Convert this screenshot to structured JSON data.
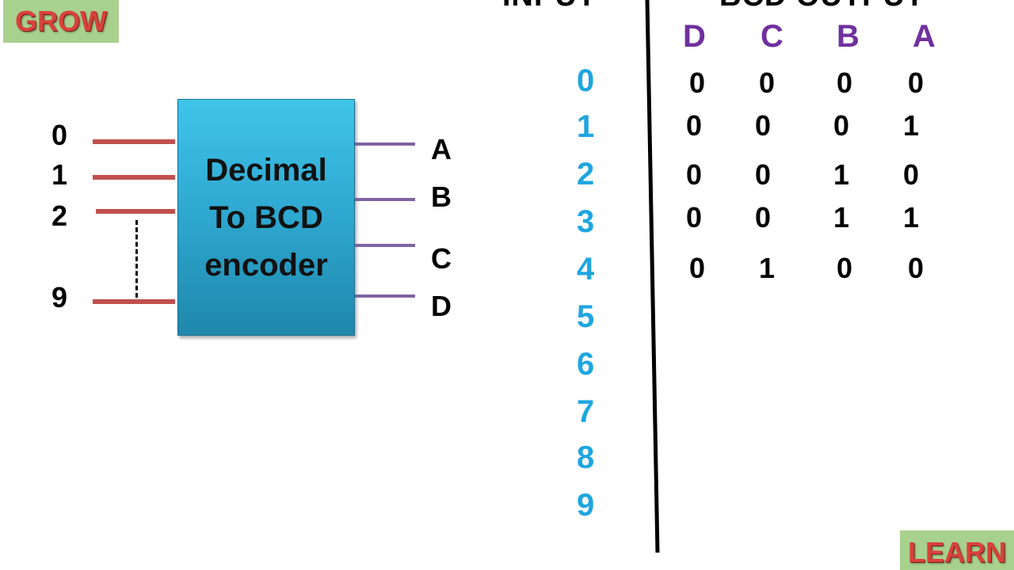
{
  "badges": {
    "top_left": "GROW",
    "bottom_right": "LEARN"
  },
  "encoder": {
    "title": "Decimal\nTo BCD\nencoder",
    "inputs": [
      "0",
      "1",
      "2",
      "9"
    ],
    "outputs": [
      "A",
      "B",
      "C",
      "D"
    ]
  },
  "table": {
    "input_header": "INPUT",
    "output_header": "BCD OUTPUT",
    "columns": [
      "D",
      "C",
      "B",
      "A"
    ],
    "inputs": [
      "0",
      "1",
      "2",
      "3",
      "4",
      "5",
      "6",
      "7",
      "8",
      "9"
    ],
    "rows": [
      [
        "0",
        "0",
        "0",
        "0"
      ],
      [
        "0",
        "0",
        "0",
        "1"
      ],
      [
        "0",
        "0",
        "1",
        "0"
      ],
      [
        "0",
        "0",
        "1",
        "1"
      ],
      [
        "0",
        "1",
        "0",
        "0"
      ]
    ]
  },
  "colors": {
    "encoder_box": "#2ea7cf",
    "input_lines": "#c0504d",
    "output_lines": "#8064a2",
    "decimal_digits": "#1ea6e0",
    "column_headers": "#7030a0",
    "badge_bg": "#a9d18e",
    "badge_text": "#d9423b"
  }
}
